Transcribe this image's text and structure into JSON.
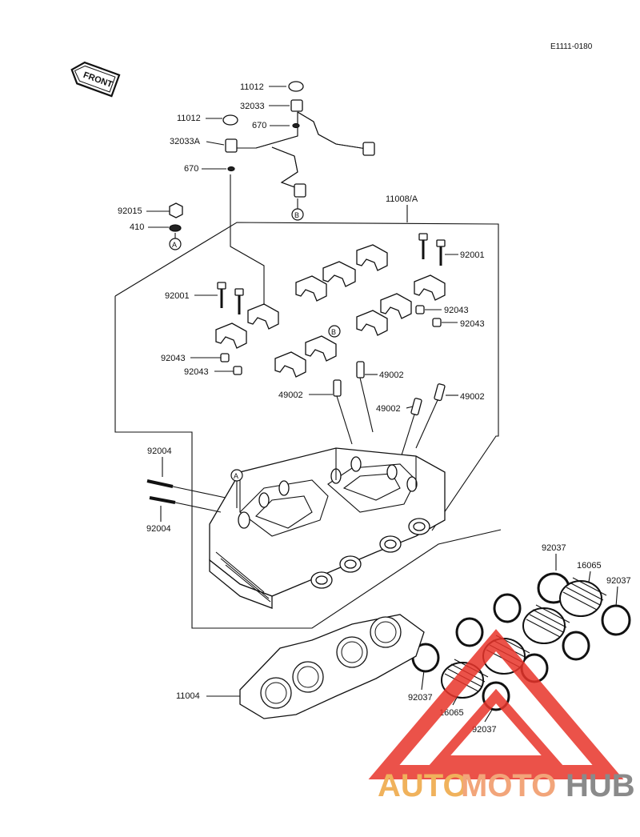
{
  "diagram_code": "E1111-0180",
  "front_label": "FRONT",
  "callouts": {
    "a": "A",
    "b": "B"
  },
  "labels": [
    "11012",
    "32033",
    "11012",
    "670",
    "32033A",
    "670",
    "11008/A",
    "92015",
    "410",
    "92001",
    "92001",
    "92043",
    "92043",
    "92043",
    "92043",
    "49002",
    "49002",
    "49002",
    "49002",
    "92004",
    "92004",
    "92037",
    "16065",
    "92037",
    "11004",
    "92037",
    "16065",
    "92037"
  ],
  "watermark": {
    "auto": "AUTO",
    "moto": "MOTO",
    "hub": "HUB",
    "triangle_color": "#e8342a",
    "auto_color": "#f0b25c",
    "moto_color": "#f2a57a",
    "hub_color": "#8a8a8a"
  }
}
